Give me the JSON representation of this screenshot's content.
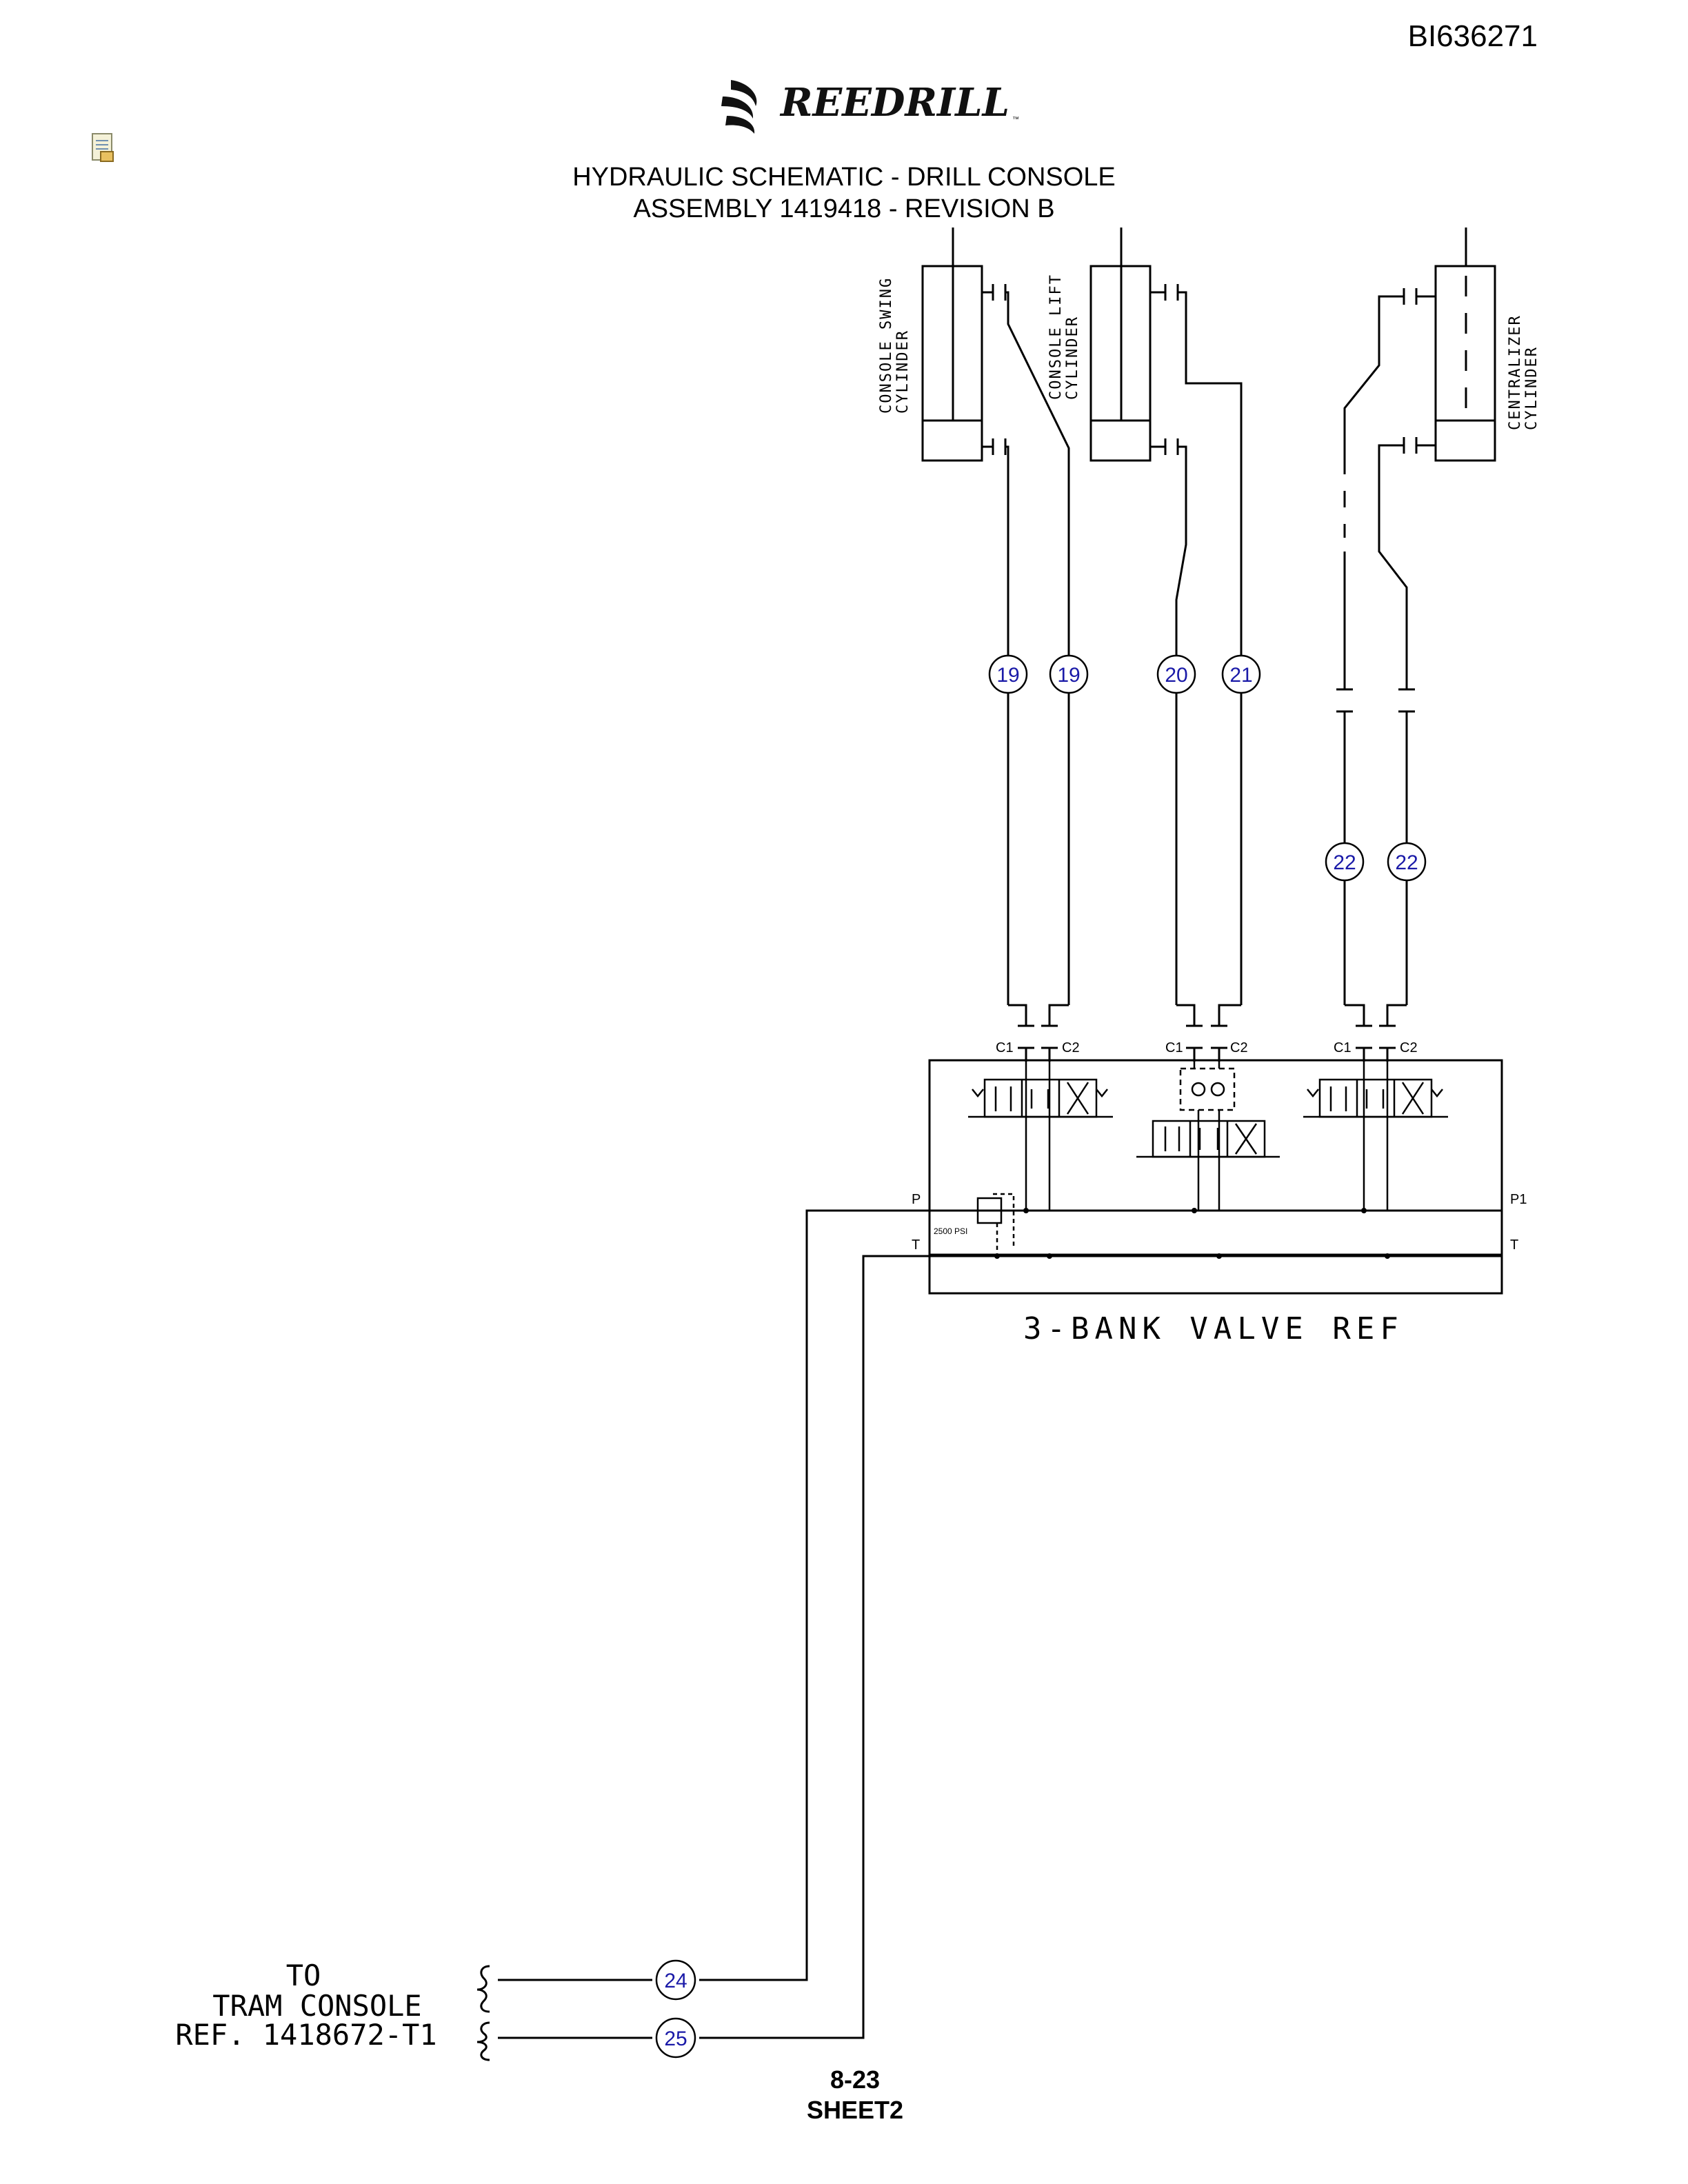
{
  "document_id": "BI636271",
  "brand": "REEDRILL",
  "brand_mark": "™",
  "title_line1": "HYDRAULIC SCHEMATIC - DRILL CONSOLE",
  "title_line2": "ASSEMBLY 1419418 - REVISION B",
  "cylinders": {
    "swing": [
      "CONSOLE SWING",
      "CYLINDER"
    ],
    "lift": [
      "CONSOLE LIFT",
      "CYLINDER"
    ],
    "centralizer": [
      "CENTRALIZER",
      "CYLINDER"
    ]
  },
  "hose_callouts": {
    "swing_a": "19",
    "swing_b": "19",
    "lift_a": "20",
    "lift_b": "21",
    "cent_a": "22",
    "cent_b": "22",
    "pressure": "24",
    "tank": "25"
  },
  "port_labels": {
    "c1": "C1",
    "c2": "C2",
    "p": "P",
    "p1": "P1",
    "t": "T",
    "relief": "2500 PSI"
  },
  "valve_label": "3-BANK VALVE REF",
  "tram_console": {
    "line1": "TO",
    "line2": "TRAM CONSOLE",
    "line3": "REF. 1418672-T1"
  },
  "page_number": "8-23",
  "sheet": "SHEET2",
  "colors": {
    "line": "#000000",
    "callout_text": "#1a1aa8"
  }
}
